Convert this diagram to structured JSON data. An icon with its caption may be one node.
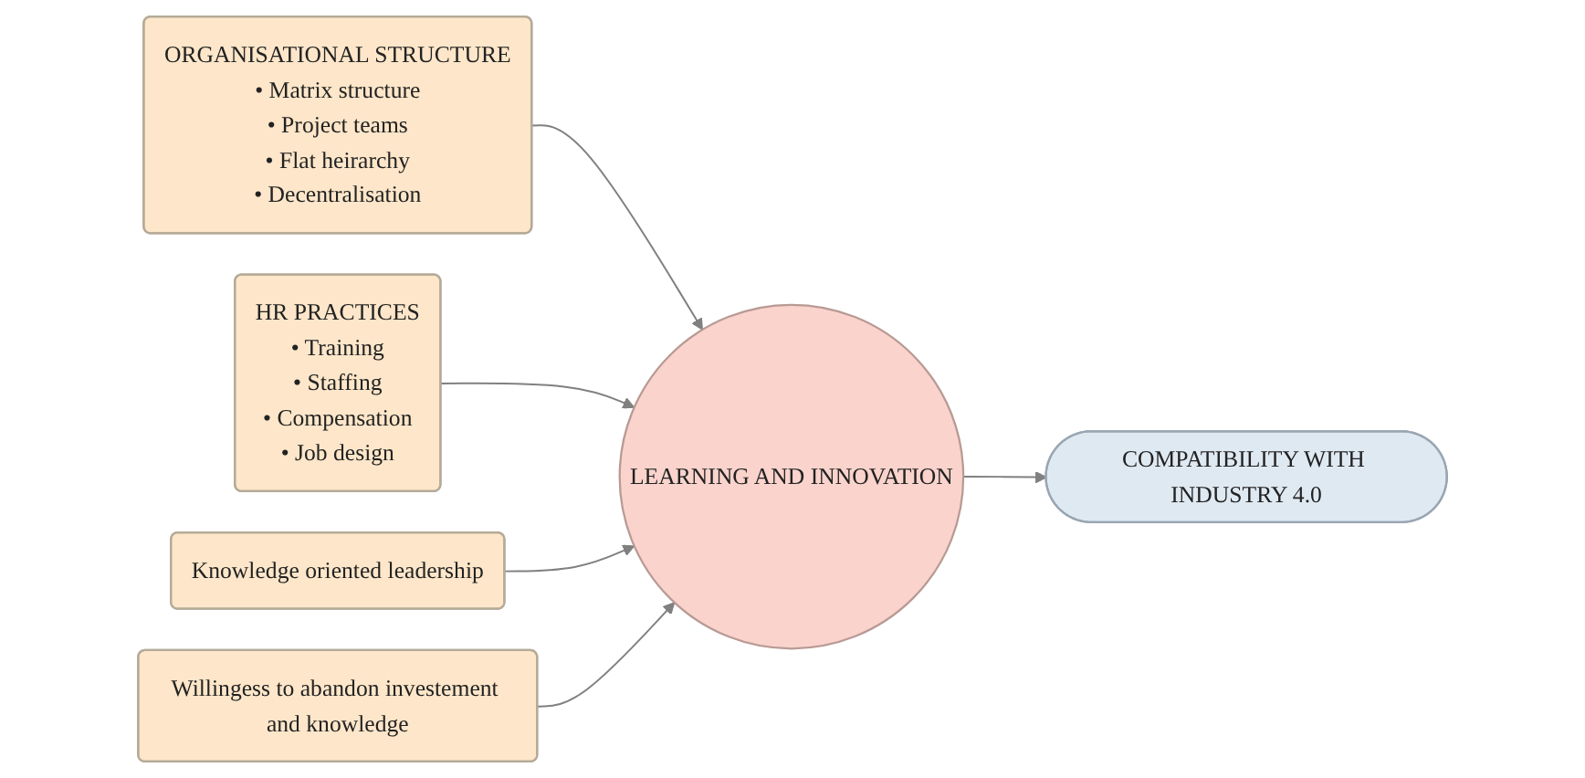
{
  "diagram": {
    "nodes": [
      {
        "text": [
          "ORGANISATIONAL STRUCTURE",
          "• Matrix structure",
          "• Project teams",
          "• Flat heirarchy",
          "• Decentralisation"
        ]
      },
      {
        "text": [
          "LEARNING AND INNOVATION"
        ]
      },
      {
        "text": [
          "HR PRACTICES",
          "• Training",
          "• Staffing",
          "• Compensation",
          "• Job design"
        ]
      },
      {
        "text": [
          "Knowledge oriented leadership"
        ]
      },
      {
        "text": [
          "COMPATIBILITY WITH INDUSTRY 4.0"
        ]
      },
      {
        "text": [
          "Willingess to abandon investement and knowledge"
        ]
      }
    ],
    "edges": [
      {
        "from": 0,
        "to": 1,
        "arrow": "to"
      },
      {
        "from": 2,
        "to": 1,
        "arrow": "to"
      },
      {
        "from": 3,
        "to": 1,
        "arrow": "to"
      },
      {
        "from": 5,
        "to": 1,
        "arrow": "to"
      },
      {
        "from": 1,
        "to": 4,
        "arrow": "to"
      }
    ]
  }
}
